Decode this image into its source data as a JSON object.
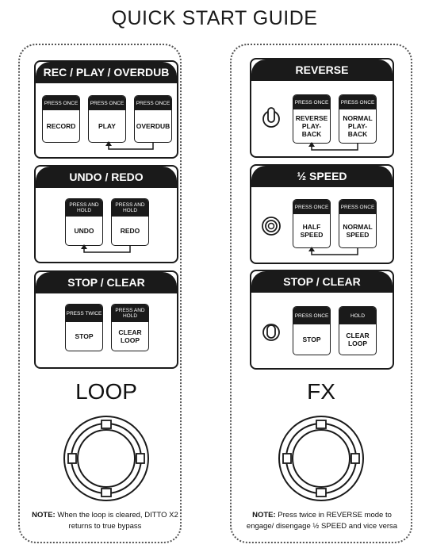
{
  "title": "QUICK START GUIDE",
  "left": {
    "panels": [
      {
        "header": "REC / PLAY / OVERDUB",
        "buttons": [
          {
            "top": "PRESS ONCE",
            "label": "RECORD"
          },
          {
            "top": "PRESS ONCE",
            "label": "PLAY"
          },
          {
            "top": "PRESS ONCE",
            "label": "OVERDUB"
          }
        ]
      },
      {
        "header": "UNDO / REDO",
        "buttons": [
          {
            "top": "PRESS AND HOLD",
            "label": "UNDO"
          },
          {
            "top": "PRESS AND HOLD",
            "label": "REDO"
          }
        ]
      },
      {
        "header": "STOP / CLEAR",
        "buttons": [
          {
            "top": "PRESS TWICE",
            "label": "STOP"
          },
          {
            "top": "PRESS AND HOLD",
            "label": "CLEAR LOOP"
          }
        ]
      }
    ],
    "label": "LOOP",
    "note_bold": "NOTE:",
    "note_text": "When the loop is cleared, DITTO X2 returns to true bypass"
  },
  "right": {
    "panels": [
      {
        "header": "REVERSE",
        "buttons": [
          {
            "top": "PRESS ONCE",
            "label": "REVERSE PLAY-BACK"
          },
          {
            "top": "PRESS ONCE",
            "label": "NORMAL PLAY-BACK"
          }
        ]
      },
      {
        "header": "½ SPEED",
        "buttons": [
          {
            "top": "PRESS ONCE",
            "label": "HALF SPEED"
          },
          {
            "top": "PRESS ONCE",
            "label": "NORMAL SPEED"
          }
        ]
      },
      {
        "header": "STOP / CLEAR",
        "buttons": [
          {
            "top": "PRESS ONCE",
            "label": "STOP"
          },
          {
            "top": "HOLD",
            "label": "CLEAR LOOP"
          }
        ]
      }
    ],
    "label": "FX",
    "note_bold": "NOTE:",
    "note_text": "Press twice in REVERSE mode to engage/ disengage ½ SPEED and vice versa"
  }
}
